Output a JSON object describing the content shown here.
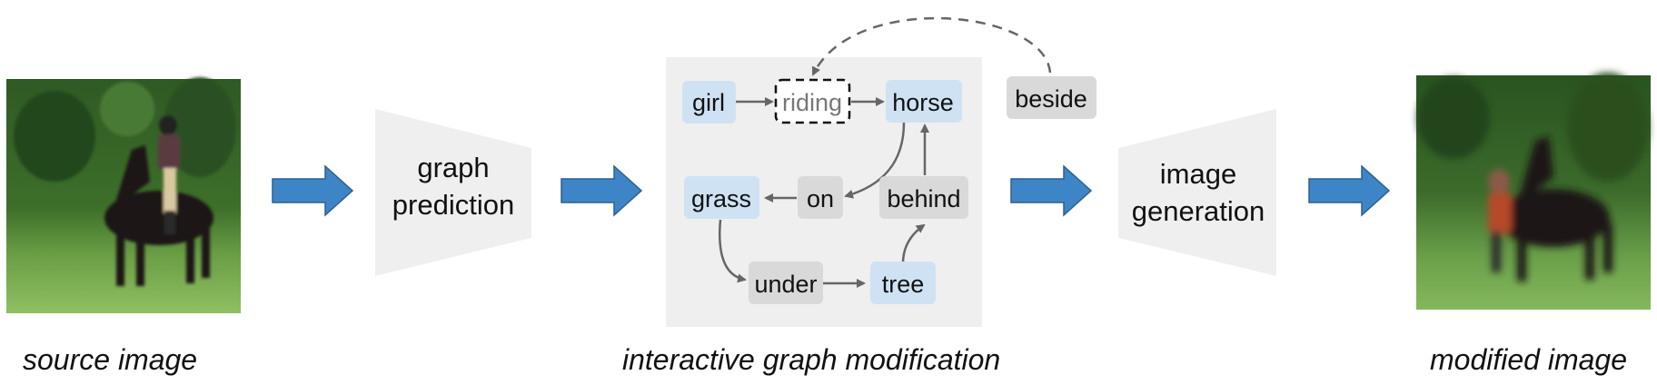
{
  "captions": {
    "source": "source image",
    "graph": "interactive graph modification",
    "modified": "modified image"
  },
  "stages": {
    "graph_prediction": [
      "graph",
      "prediction"
    ],
    "image_generation": [
      "image",
      "generation"
    ]
  },
  "graph": {
    "nodes": {
      "girl": "girl",
      "riding": "riding",
      "horse": "horse",
      "grass": "grass",
      "on": "on",
      "behind": "behind",
      "under": "under",
      "tree": "tree",
      "beside": "beside"
    }
  },
  "colors": {
    "object_node": "#cfe2f3",
    "relation_node": "#d9d9d9",
    "graph_panel": "#efefef",
    "stage_box": "#efefef",
    "arrow_fill": "#3d85c6",
    "edge": "#666666"
  }
}
